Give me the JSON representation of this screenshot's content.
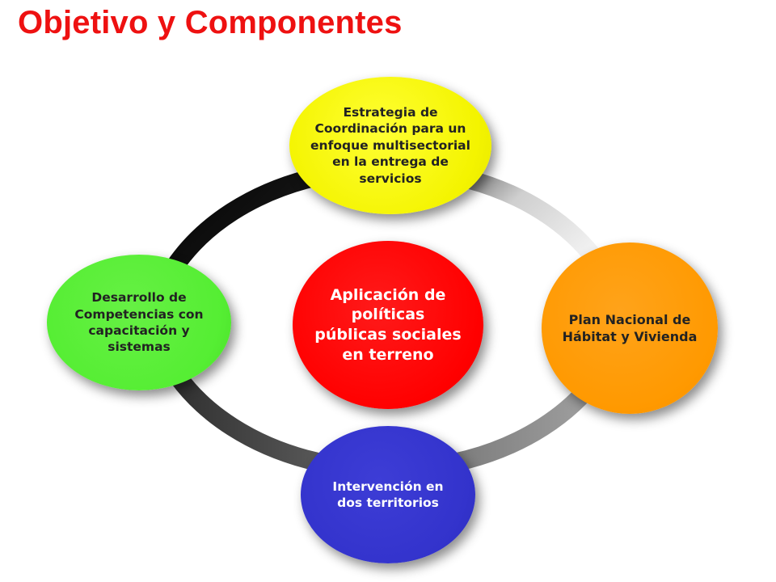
{
  "title": "Objetivo y Componentes",
  "center": {
    "text": "Aplicación de políticas públicas sociales en terreno",
    "color": "#ff0000"
  },
  "nodes": [
    {
      "text": "Estrategia de Coordinación para un enfoque multisectorial en la entrega de servicios",
      "color": "#ffff00",
      "text_color": "#222222"
    },
    {
      "text": "Plan Nacional de Hábitat y Vivienda",
      "color": "#ff9900",
      "text_color": "#222222"
    },
    {
      "text": "Intervención en dos territorios",
      "color": "#3333cc",
      "text_color": "#ffffff"
    },
    {
      "text": "Desarrollo de Competencias con capacitación y sistemas",
      "color": "#55ee33",
      "text_color": "#222222"
    }
  ],
  "colors": {
    "title": "#ee1111",
    "ring_dark": "#000000",
    "ring_light": "#e8e8e8"
  }
}
